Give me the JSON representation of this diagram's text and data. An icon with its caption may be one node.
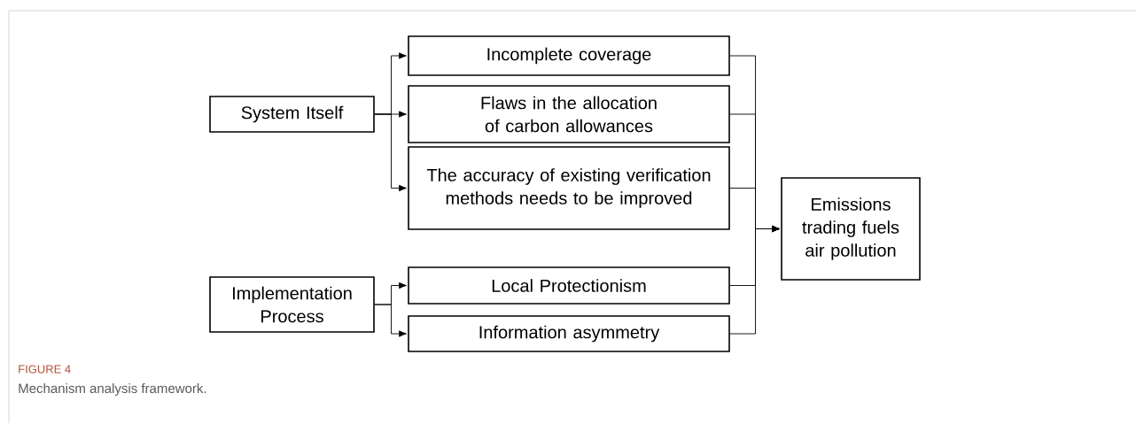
{
  "diagram": {
    "caption": "Mechanism analysis framework.",
    "nodes": [
      {
        "text": [
          "System Itself"
        ]
      },
      {
        "text": [
          "Incomplete coverage"
        ]
      },
      {
        "text": [
          "Flaws in the allocation of carbon allowances"
        ]
      },
      {
        "text": [
          "The accuracy of existing verification methods needs to be improved"
        ]
      },
      {
        "text": [
          "Implementation Process"
        ]
      },
      {
        "text": [
          "Local Protectionism"
        ]
      },
      {
        "text": [
          "Information asymmetry"
        ]
      },
      {
        "text": [
          "Emissions trading fuels air pollution"
        ]
      }
    ],
    "edges": [
      {
        "from": 0,
        "to": 1,
        "arrow": "to"
      },
      {
        "from": 0,
        "to": 2,
        "arrow": "to"
      },
      {
        "from": 0,
        "to": 3,
        "arrow": "to"
      },
      {
        "from": 4,
        "to": 5,
        "arrow": "to"
      },
      {
        "from": 4,
        "to": 6,
        "arrow": "to"
      },
      {
        "from": 1,
        "to": 7,
        "arrow": "to"
      },
      {
        "from": 2,
        "to": 7,
        "arrow": "to"
      },
      {
        "from": 3,
        "to": 7,
        "arrow": "to"
      },
      {
        "from": 5,
        "to": 7,
        "arrow": "to"
      },
      {
        "from": 6,
        "to": 7,
        "arrow": "to"
      }
    ],
    "labels": [
      "FIGURE 4"
    ]
  }
}
